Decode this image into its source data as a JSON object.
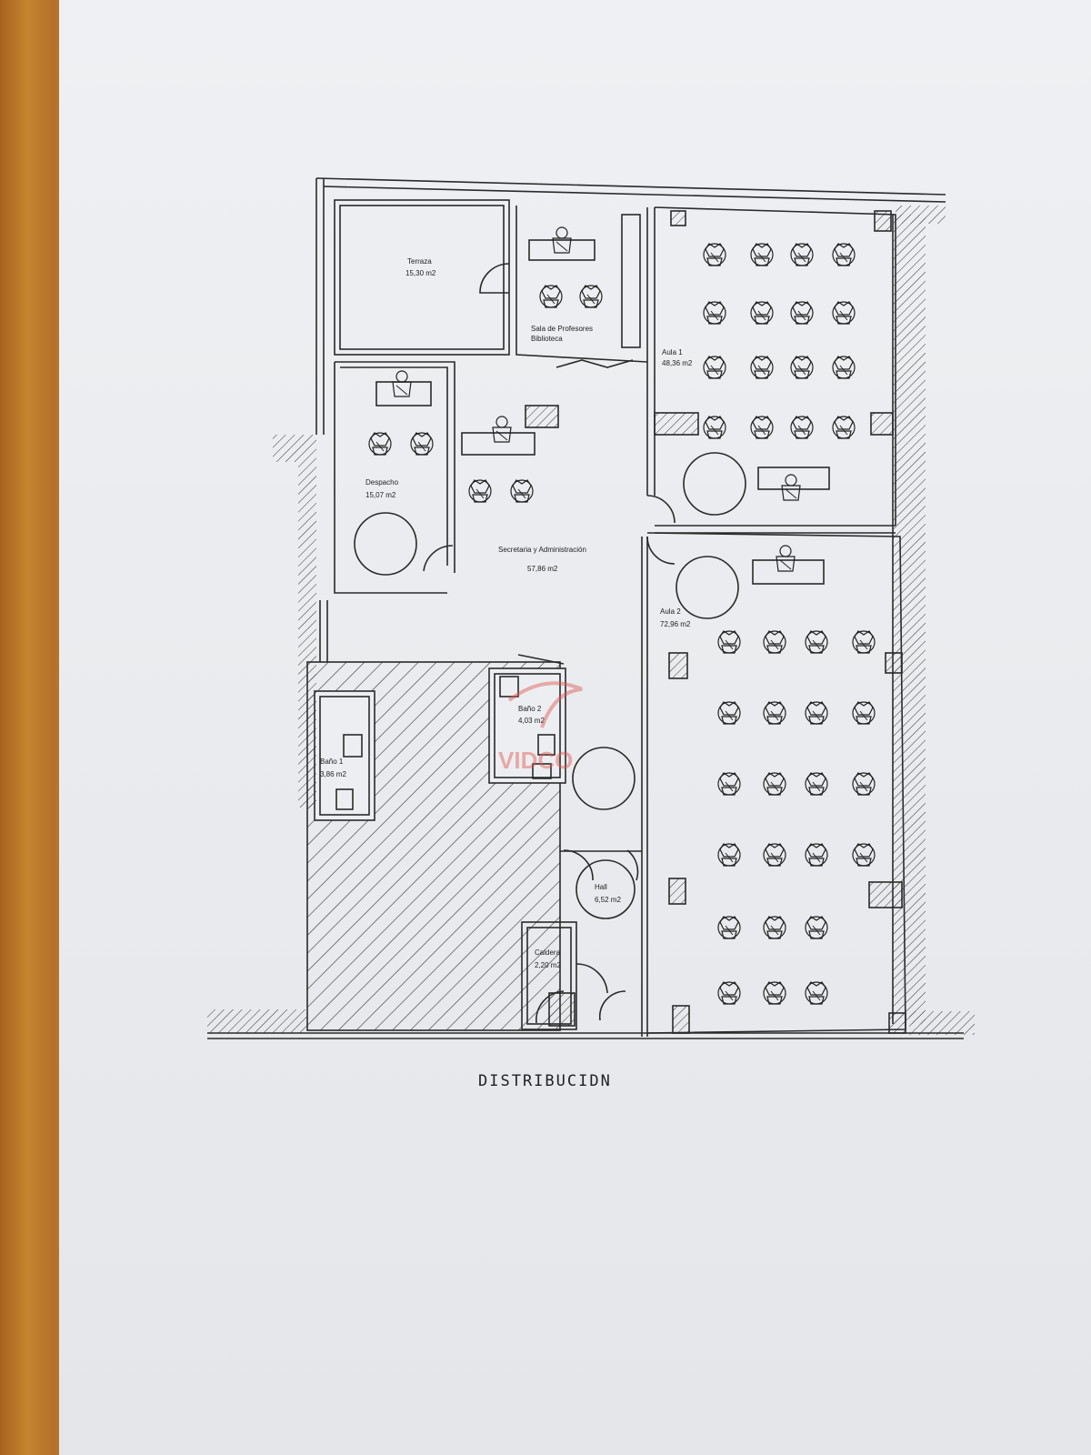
{
  "drawing_title": "DISTRIBUCIDN",
  "watermark": {
    "text": "VIDCO",
    "color": "#e0554d"
  },
  "rooms": [
    {
      "id": "terraza",
      "name": "Terraza",
      "area": "15,30 m2"
    },
    {
      "id": "sala",
      "name": "Sala de Profesores",
      "name2": "Biblioteca",
      "area": ""
    },
    {
      "id": "aula1",
      "name": "Aula 1",
      "area": "48,36 m2"
    },
    {
      "id": "despacho",
      "name": "Despacho",
      "area": "15,07 m2"
    },
    {
      "id": "secretaria",
      "name": "Secretaria y Administración",
      "area": "57,86 m2"
    },
    {
      "id": "aula2",
      "name": "Aula 2",
      "area": "72,96 m2"
    },
    {
      "id": "bano1",
      "name": "Baño 1",
      "area": "3,86 m2"
    },
    {
      "id": "bano2",
      "name": "Baño 2",
      "area": "4,03 m2"
    },
    {
      "id": "hall",
      "name": "Hall",
      "area": "6,52 m2"
    },
    {
      "id": "caldera",
      "name": "Caldera",
      "area": "2,20 m2"
    }
  ],
  "colors": {
    "line": "#2a2a2a",
    "paper": "#eceef1",
    "hatch": "#333333"
  }
}
